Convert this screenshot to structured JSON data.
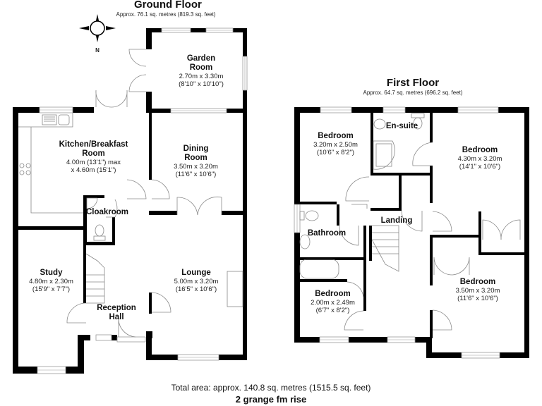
{
  "ground_floor": {
    "title": "Ground Floor",
    "area": "Approx. 76.1 sq. metres (819.3 sq. feet)",
    "compass_label": "N",
    "rooms": [
      {
        "name": "Garden Room",
        "line1": "Garden",
        "line2": "Room",
        "dim_m": "2.70m x 3.30m",
        "dim_ft": "(8'10\" x 10'10\")"
      },
      {
        "name": "Kitchen/Breakfast Room",
        "line1": "Kitchen/Breakfast",
        "line2": "Room",
        "dim_m": "4.00m (13'1\") max",
        "dim_ft": "x 4.60m (15'1\")"
      },
      {
        "name": "Dining Room",
        "line1": "Dining",
        "line2": "Room",
        "dim_m": "3.50m x 3.20m",
        "dim_ft": "(11'6\" x 10'6\")"
      },
      {
        "name": "Cloakroom",
        "line1": "Cloakroom"
      },
      {
        "name": "Study",
        "line1": "Study",
        "dim_m": "4.80m x 2.30m",
        "dim_ft": "(15'9\" x 7'7\")"
      },
      {
        "name": "Lounge",
        "line1": "Lounge",
        "dim_m": "5.00m x 3.20m",
        "dim_ft": "(16'5\" x 10'6\")"
      },
      {
        "name": "Reception Hall",
        "line1": "Reception",
        "line2": "Hall"
      }
    ]
  },
  "first_floor": {
    "title": "First Floor",
    "area": "Approx. 64.7 sq. metres (696.2 sq. feet)",
    "rooms": [
      {
        "name": "Bedroom",
        "line1": "Bedroom",
        "dim_m": "3.20m x 2.50m",
        "dim_ft": "(10'6\" x 8'2\")"
      },
      {
        "name": "En-suite",
        "line1": "En-suite"
      },
      {
        "name": "Bedroom",
        "line1": "Bedroom",
        "dim_m": "4.30m x 3.20m",
        "dim_ft": "(14'1\" x 10'6\")"
      },
      {
        "name": "Bathroom",
        "line1": "Bathroom"
      },
      {
        "name": "Landing",
        "line1": "Landing"
      },
      {
        "name": "Bedroom",
        "line1": "Bedroom",
        "dim_m": "2.00m x 2.49m",
        "dim_ft": "(6'7\" x 8'2\")"
      },
      {
        "name": "Bedroom",
        "line1": "Bedroom",
        "dim_m": "3.50m x 3.20m",
        "dim_ft": "(11'6\" x 10'6\")"
      }
    ]
  },
  "footer": {
    "total_area": "Total area: approx. 140.8 sq. metres (1515.5 sq. feet)",
    "address": "2 grange fm rise"
  },
  "colors": {
    "wall": "#000000",
    "window": "#9a9a9a",
    "fixture": "#888888",
    "background": "#ffffff"
  }
}
